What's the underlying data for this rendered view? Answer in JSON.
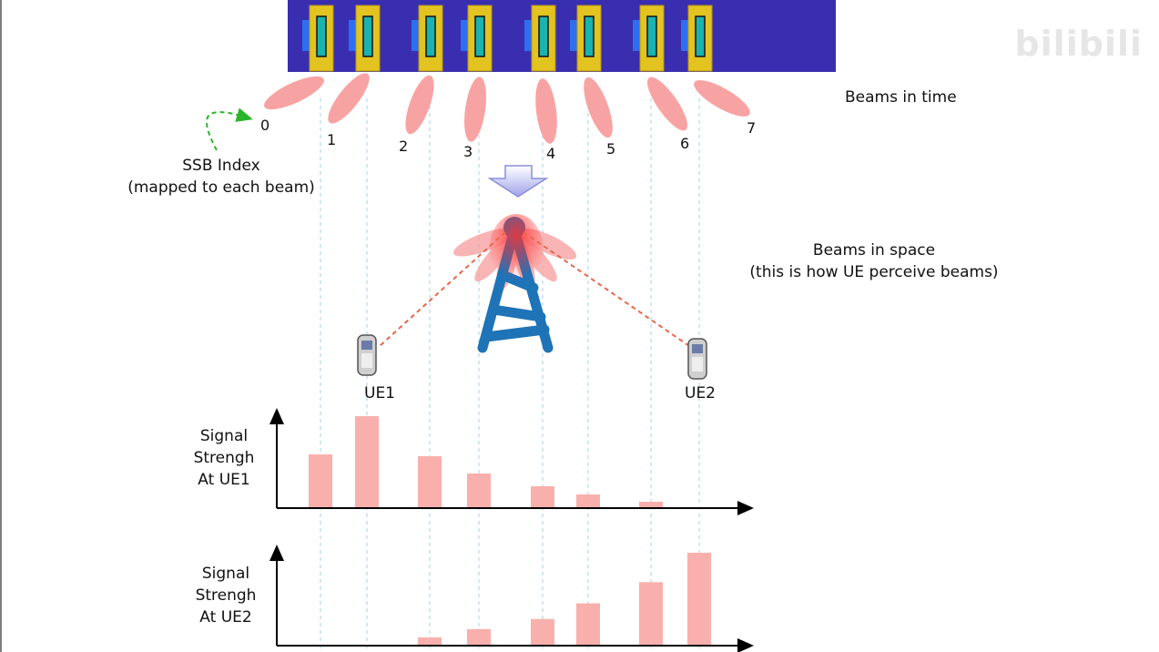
{
  "labels": {
    "beams_in_time": "Beams in time",
    "ssb_index_line1": "SSB Index",
    "ssb_index_line2": "(mapped to each beam)",
    "beams_in_space_line1": "Beams in space",
    "beams_in_space_line2": "(this is how UE perceive beams)",
    "ue1": "UE1",
    "ue2": "UE2",
    "chart1_line1": "Signal",
    "chart1_line2": "Strengh",
    "chart1_line3": "At UE1",
    "chart2_line1": "Signal",
    "chart2_line2": "Strengh",
    "chart2_line3": "At UE2",
    "watermark": "bilibili"
  },
  "beam_indices": [
    "0",
    "1",
    "2",
    "3",
    "4",
    "5",
    "6",
    "7"
  ],
  "colors": {
    "ssb_bar_bg": "#3a2eb0",
    "ssb_block": "#e3c320",
    "ssb_core": "#19b3b0",
    "ssb_side": "#2d6ff0",
    "beam_lobe": "#f8a3a3",
    "bar": "#f9b0ac",
    "tower": "#1f73b7",
    "guide_line": "#a8d2e0",
    "ue_link": "#e8674a",
    "arrow_green": "#2bb52b"
  },
  "chart_data": [
    {
      "type": "bar",
      "categories": [
        "0",
        "1",
        "2",
        "3",
        "4",
        "5",
        "6",
        "7"
      ],
      "values": [
        58,
        100,
        56,
        37,
        23,
        14,
        6,
        0
      ],
      "ylim": [
        0,
        100
      ]
    },
    {
      "type": "bar",
      "categories": [
        "0",
        "1",
        "2",
        "3",
        "4",
        "5",
        "6",
        "7"
      ],
      "values": [
        0,
        0,
        8,
        17,
        28,
        45,
        68,
        100
      ],
      "ylim": [
        0,
        100
      ]
    }
  ]
}
